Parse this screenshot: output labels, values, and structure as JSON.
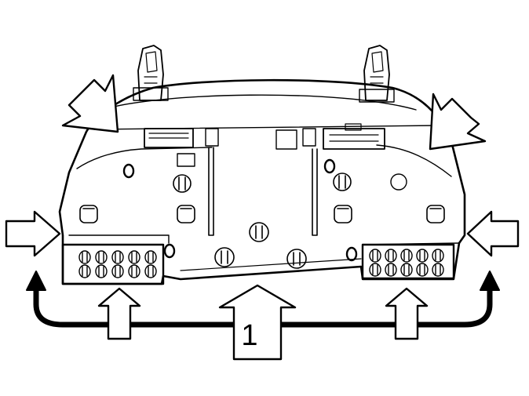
{
  "diagram": {
    "callout": {
      "label": "1"
    },
    "arrows": {
      "upper_left": "press-in",
      "upper_right": "press-in",
      "side_left": "press-in",
      "side_right": "press-in",
      "bottom": [
        "push-up",
        "push-up",
        "push-up"
      ],
      "rotation": "tilt-upward"
    }
  }
}
